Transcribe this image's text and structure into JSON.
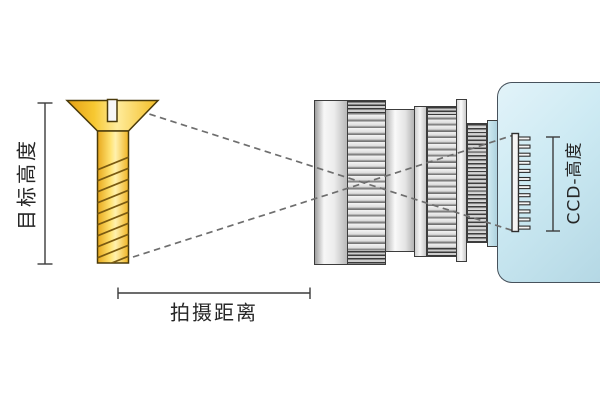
{
  "diagram": {
    "labels": {
      "target_height": "目标高度",
      "shooting_distance": "拍摄距离",
      "ccd_height": "CCD-高度"
    },
    "colors": {
      "screw_gold": "#F2B81F",
      "screw_gold_light": "#FFE98F",
      "camera_body_blue": "#C8E6F0",
      "lens_gray": "#E6E6E6",
      "dashed_ray": "#6E6E6E",
      "dimension_line": "#3C3C3C",
      "text": "#262626",
      "background": "#FFFFFF"
    },
    "icons": {
      "target_object": "screw-icon",
      "lens": "lens-barrel-icon",
      "sensor": "ccd-comb-icon"
    }
  }
}
